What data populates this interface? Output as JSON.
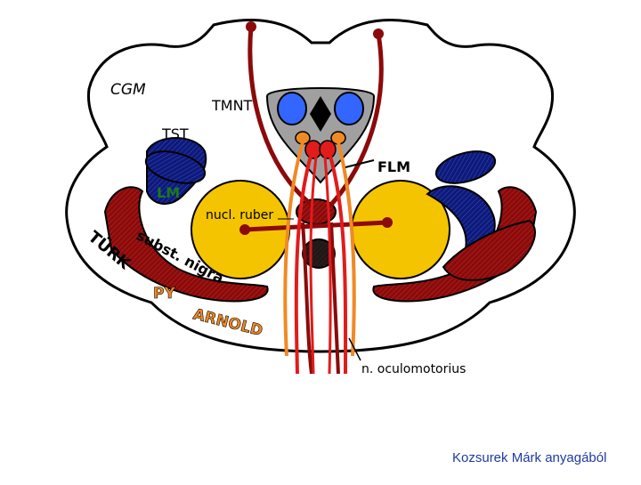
{
  "labels": {
    "cgm": "CGM",
    "tmnt": "TMNT",
    "tst": "TST",
    "flm": "FLM",
    "lm": "LM",
    "nucl_ruber": "nucl. ruber",
    "turk": "TÜRK",
    "subst_nigra": "subst. nigra",
    "py": "PY",
    "arnold": "ARNOLD",
    "n_oculomotorius": "n. oculomotorius"
  },
  "credit": "Kozsurek Márk anyagából",
  "colors": {
    "outline": "#000000",
    "red_nucleus": "#f5c400",
    "dark_red": "#8b0a0a",
    "bright_red": "#e21b1b",
    "orange": "#f08a24",
    "navy": "#0d1a7a",
    "blue_nucleus": "#3366ff",
    "gray": "#a0a0a0",
    "label_green": "#1a7a1a"
  }
}
